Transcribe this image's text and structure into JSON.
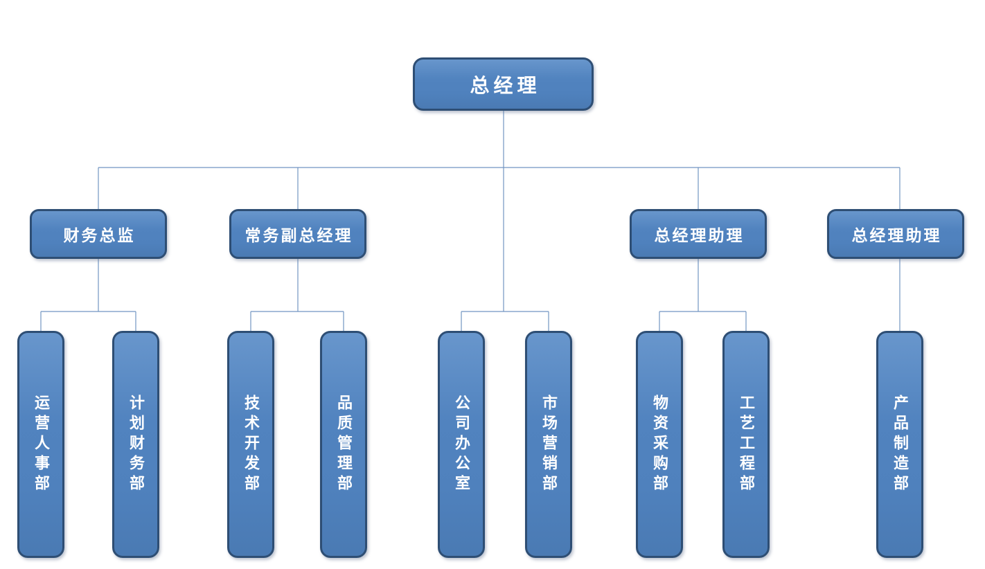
{
  "diagram": {
    "type": "org-chart",
    "background_color": "#ffffff",
    "node_fill_color": "#4f81bd",
    "node_border_color": "#2e4e74",
    "node_text_color": "#ffffff",
    "connector_color": "#7195c2",
    "nodes": [
      {
        "id": "root",
        "label": "总经理",
        "level": 1,
        "parent": null
      },
      {
        "id": "cfo",
        "label": "财务总监",
        "level": 2,
        "parent": "总经理"
      },
      {
        "id": "evp",
        "label": "常务副总经理",
        "level": 2,
        "parent": "总经理"
      },
      {
        "id": "gm-assistant-1",
        "label": "总经理助理",
        "level": 2,
        "parent": "总经理"
      },
      {
        "id": "gm-assistant-2",
        "label": "总经理助理",
        "level": 2,
        "parent": "总经理"
      },
      {
        "id": "ops-hr",
        "label": "运营人事部",
        "level": 3,
        "parent": "财务总监"
      },
      {
        "id": "plan-finance",
        "label": "计划财务部",
        "level": 3,
        "parent": "财务总监"
      },
      {
        "id": "tech-dev",
        "label": "技术开发部",
        "level": 3,
        "parent": "常务副总经理"
      },
      {
        "id": "quality-mgmt",
        "label": "品质管理部",
        "level": 3,
        "parent": "常务副总经理"
      },
      {
        "id": "company-office",
        "label": "公司办公室",
        "level": 3,
        "parent": "总经理"
      },
      {
        "id": "marketing",
        "label": "市场营销部",
        "level": 3,
        "parent": "总经理"
      },
      {
        "id": "procurement",
        "label": "物资采购部",
        "level": 3,
        "parent": "总经理助理"
      },
      {
        "id": "process-eng",
        "label": "工艺工程部",
        "level": 3,
        "parent": "总经理助理"
      },
      {
        "id": "manufacturing",
        "label": "产品制造部",
        "level": 3,
        "parent": "总经理助理"
      }
    ]
  }
}
